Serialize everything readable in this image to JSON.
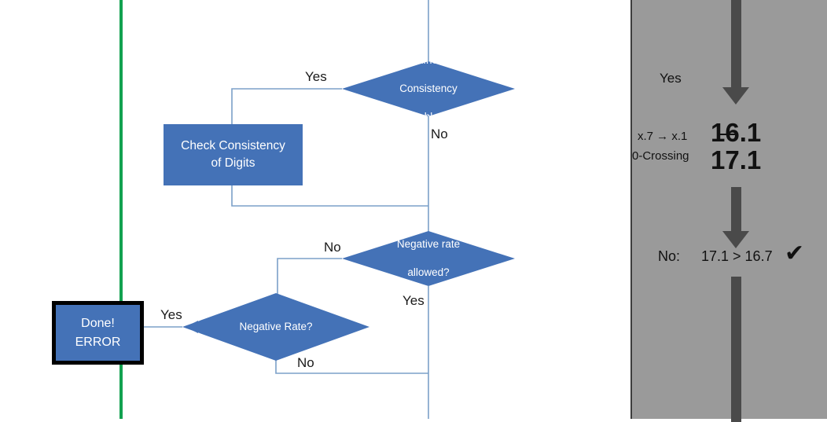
{
  "flowchart": {
    "nodes": {
      "check_increase": {
        "line1": "CheckIncrease",
        "line2": "Consistency",
        "line3": "enabled?"
      },
      "check_consistency": {
        "line1": "Check Consistency",
        "line2": "of Digits"
      },
      "negative_rate_allowed": {
        "line1": "Negative rate",
        "line2": "allowed?"
      },
      "negative_rate": {
        "line1": "Negative Rate?"
      },
      "done_error": {
        "line1": "Done!",
        "line2": "ERROR"
      }
    },
    "edge_labels": {
      "check_increase_yes": "Yes",
      "check_increase_no": "No",
      "negative_allowed_no": "No",
      "negative_allowed_yes": "Yes",
      "negative_rate_no": "No",
      "negative_rate_yes": "Yes"
    },
    "colors": {
      "node_fill": "#4472B7",
      "node_text": "#FFFFFF",
      "connector": "#7BA0C8",
      "marker_line": "#12A150",
      "terminal_border": "#000000"
    }
  },
  "panel": {
    "yes_label": "Yes",
    "row_transition": "x.7 → x.1",
    "row_crossing": "0-Crossing",
    "value_struck": "16.1",
    "value_current": "17.1",
    "result_label": "No:",
    "result_expression": "17.1 > 16.7",
    "result_mark": "✔",
    "colors": {
      "background": "#9A9A9A",
      "arrow": "#4A4A4A",
      "text": "#111111"
    }
  }
}
